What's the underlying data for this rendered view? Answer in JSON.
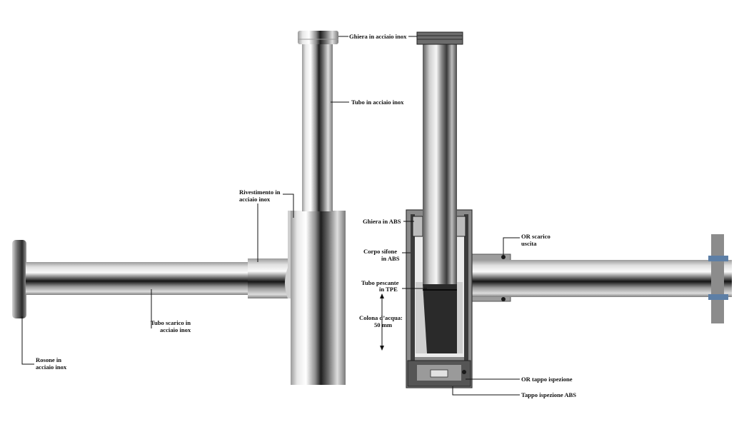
{
  "labels": {
    "ghiera_inox": "Ghiera in acciaio inox",
    "tubo_inox": "Tubo in acciaio inox",
    "rivestimento_1": "Rivestimento in",
    "rivestimento_2": "acciaio inox",
    "tubo_scarico_1": "Tubo scarico in",
    "tubo_scarico_2": "acciaio inox",
    "rosone_1": "Rosone in",
    "rosone_2": "acciaio inox",
    "ghiera_abs": "Ghiera in ABS",
    "corpo_1": "Corpo sifone",
    "corpo_2": "in ABS",
    "pescante_1": "Tubo pescante",
    "pescante_2": "in TPE",
    "colonna_1": "Colona d’acqua:",
    "colonna_2": "50 mm",
    "or_uscita_1": "OR scarico",
    "or_uscita_2": "uscita",
    "or_tappo": "OR tappo ispezione",
    "tappo_abs": "Tappo ispezione ABS"
  },
  "colors": {
    "chrome_dark": "#3a3a3a",
    "chrome_light": "#f4f4f4",
    "section_grey": "#8a8a8a",
    "abs_dark": "#2d2d2d",
    "leader": "#111111"
  }
}
